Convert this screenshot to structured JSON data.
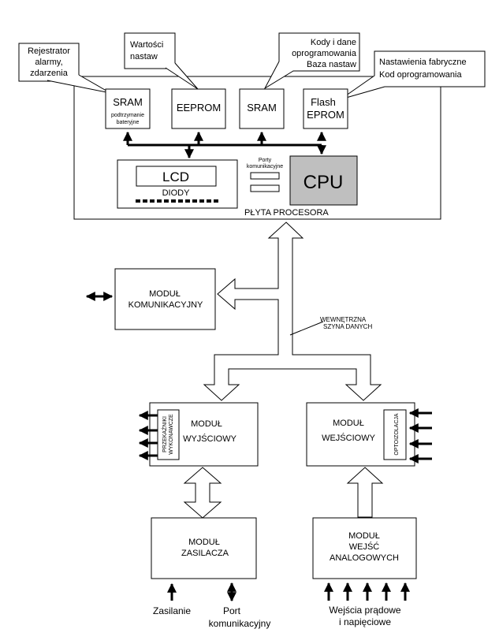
{
  "callouts": {
    "rejestrator": [
      "Rejestrator",
      "alarmy,",
      "zdarzenia"
    ],
    "wartosci": [
      "Wartości",
      "nastaw"
    ],
    "kody": [
      "Kody i dane",
      "oprogramowania",
      "Baza nastaw"
    ],
    "nastawienia": [
      "Nastawienia fabryczne",
      "Kod oprogramowania"
    ]
  },
  "cpu_board": {
    "sram1": "SRAM",
    "sram1_sub": [
      "podtrzymanie",
      "bateryjne"
    ],
    "eeprom": "EEPROM",
    "sram2": "SRAM",
    "flash": [
      "Flash",
      "EPROM"
    ],
    "lcd": "LCD",
    "diody": "DIODY",
    "porty": [
      "Porty",
      "komunikacyjne"
    ],
    "cpu": "CPU",
    "title": "PŁYTA PROCESORA"
  },
  "bus_label": [
    "WEWNĘTRZNA",
    "SZYNA DANYCH"
  ],
  "modules": {
    "komunikacyjny": [
      "MODUŁ",
      "KOMUNIKACYJNY"
    ],
    "wyjsciowy": [
      "MODUŁ",
      "WYJŚCIOWY"
    ],
    "przekazniki": [
      "PRZEKAŹNIKI",
      "WYKONAWCZE"
    ],
    "wejsciowy": [
      "MODUŁ",
      "WEJŚCIOWY"
    ],
    "optoizolacja": "OPTOIZOLACJA",
    "zasilacza": [
      "MODUŁ",
      "ZASILACZA"
    ],
    "analogowych": [
      "MODUŁ",
      "WEJŚĆ",
      "ANALOGOWYCH"
    ]
  },
  "io_labels": {
    "zasilanie": "Zasilanie",
    "port": [
      "Port",
      "komunikacyjny"
    ],
    "wejscia": [
      "Wejścia prądowe",
      "i napięciowe"
    ]
  }
}
